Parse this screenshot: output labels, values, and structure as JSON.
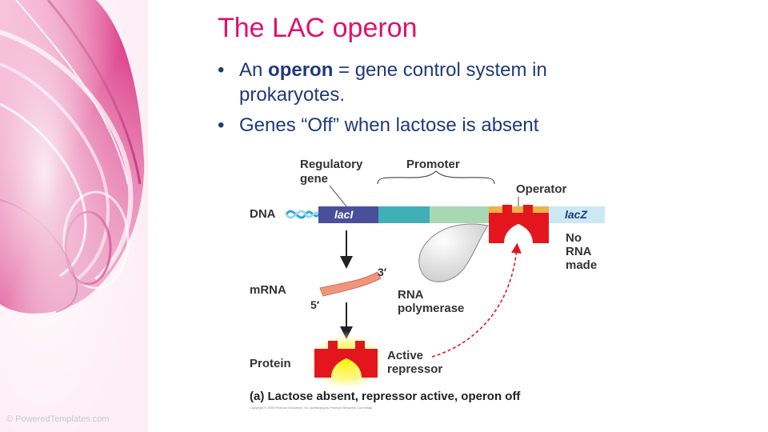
{
  "slide": {
    "title": "The LAC operon",
    "bullets": [
      {
        "prefix": "An ",
        "emphasis": "operon",
        "suffix": " = gene control system in prokaryotes."
      },
      {
        "text": "Genes “Off” when lactose is absent"
      }
    ],
    "bullet_glyph": "•",
    "footer_brand": "© PoweredTemplates.com"
  },
  "diagram": {
    "labels": {
      "regulatory_gene": "Regulatory gene",
      "promoter": "Promoter",
      "operator": "Operator",
      "dna": "DNA",
      "laci": "lacI",
      "lacz": "lacZ",
      "no_rna_made": "No RNA made",
      "mrna": "mRNA",
      "three_prime": "3′",
      "five_prime": "5′",
      "rna_polymerase": "RNA polymerase",
      "protein": "Protein",
      "active_repressor": "Active repressor",
      "caption": "(a) Lactose absent, repressor active, operon off",
      "copyright": "Copyright © 2005 Pearson Education, Inc. publishing as Pearson Benjamin Cummings."
    }
  },
  "colors": {
    "title": "#e0106e",
    "body_text": "#1f3a7a",
    "laci_segment": "#4a4f9c",
    "promoter_teal": "#3fb0b8",
    "promoter_light": "#a8d7b4",
    "operator_gold": "#f2b04a",
    "lacz_segment": "#cde8f5",
    "repressor_red": "#e3161d",
    "mrna_salmon": "#f0957a",
    "arrow_red": "#e3161d"
  }
}
